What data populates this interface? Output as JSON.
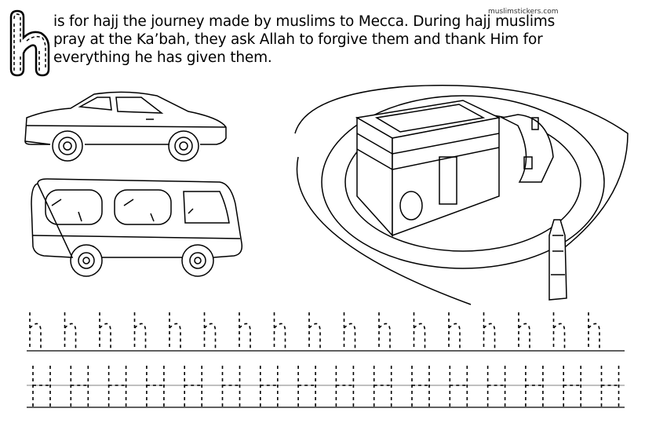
{
  "worksheet": {
    "letter": "h",
    "watermark": "muslimstickers.com",
    "sentence_lines": [
      "is for hajj the journey made by muslims to Mecca. During hajj muslims",
      "pray at the Ka’bah, they ask Allah to forgive them and thank Him for",
      "everything he has given them."
    ],
    "illustrations": [
      "car",
      "bus",
      "kaaba"
    ],
    "tracing": {
      "lowercase_letter": "h",
      "lowercase_count": 17,
      "uppercase_letter": "H",
      "uppercase_count": 16
    }
  }
}
